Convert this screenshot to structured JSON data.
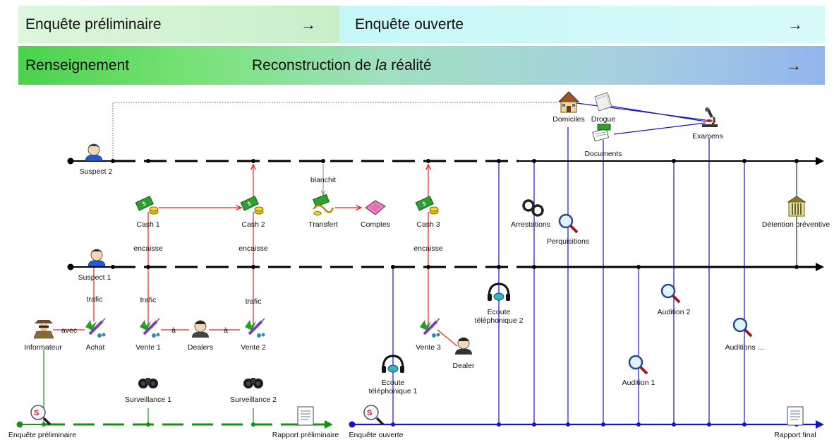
{
  "header": {
    "phase1": "Enquête préliminaire",
    "phase2": "Enquête ouverte",
    "arrow": "→",
    "row2_left": "Renseignement",
    "row2_mid_a": "Reconstruction de ",
    "row2_mid_em": "la",
    "row2_mid_b": " réalité"
  },
  "labels": {
    "suspect2": "Suspect 2",
    "suspect1": "Suspect 1",
    "trafic": "trafic",
    "avec": "avec",
    "a": "à",
    "encaisse": "encaisse",
    "blanchit": "blanchit",
    "informateur": "Informateur",
    "achat": "Achat",
    "vente1": "Vente 1",
    "vente2": "Vente 2",
    "vente3": "Vente 3",
    "dealers": "Dealers",
    "dealer": "Dealer",
    "cash1": "Cash 1",
    "cash2": "Cash 2",
    "cash3": "Cash 3",
    "transfert": "Transfert",
    "comptes": "Comptes",
    "surveillance1": "Surveillance 1",
    "surveillance2": "Surveillance 2",
    "enquete_preliminaire": "Enquête préliminaire",
    "rapport_preliminaire": "Rapport préliminaire",
    "enquete_ouverte": "Enquête ouverte",
    "rapport_final": "Rapport final",
    "ecoute1_a": "Ecoute",
    "ecoute1_b": "téléphonique 1",
    "ecoute2_a": "Ecoute",
    "ecoute2_b": "téléphonique 2",
    "arrestations": "Arrestations",
    "perquisitions": "Perquisitions",
    "domiciles": "Domiciles",
    "drogue": "Drogue",
    "documents": "Documents",
    "examens": "Examens",
    "detention": "Détention préventive",
    "audition1": "Audition  1",
    "audition2": "Audition 2",
    "auditions": "Auditions ..."
  },
  "icons": [
    "person-icon",
    "spy-icon",
    "syringe-cannabis-icon",
    "cash-icon",
    "transfer-icon",
    "accounts-icon",
    "binoculars-icon",
    "search-start-icon",
    "report-icon",
    "phone-headset-icon",
    "handcuffs-icon",
    "magnifier-icon",
    "house-icon",
    "evidence-bag-icon",
    "documents-icon",
    "microscope-icon",
    "jail-icon"
  ],
  "colors": {
    "green": "#1a8f1a",
    "blue": "#1414c8",
    "red": "#e82020",
    "black": "#000000"
  }
}
